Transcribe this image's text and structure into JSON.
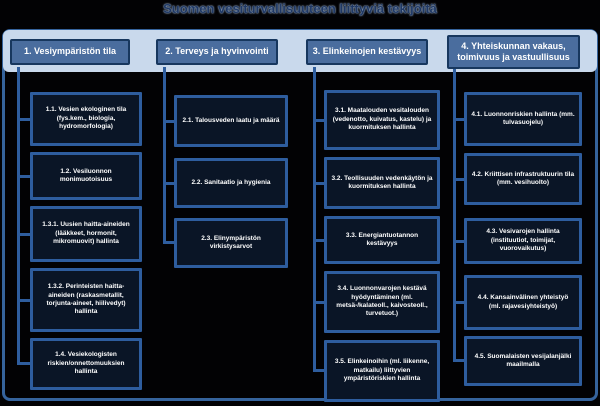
{
  "title": "Suomen vesiturvallisuuteen liittyviä tekijöitä",
  "colors": {
    "background": "#020204",
    "header_band": "#c9d9ec",
    "header_box_fill": "#4a6d9e",
    "header_box_border": "#17375e",
    "sub_box_fill": "#0a1526",
    "sub_box_border": "#2e5d9e",
    "connector": "#2e5d9e",
    "text": "#ffffff",
    "title_text": "#1f3864"
  },
  "categories": [
    {
      "header": "1. Vesiympäristön tila",
      "items": [
        "1.1. Vesien ekologinen tila (fys.kem., biologia, hydromorfologia)",
        "1.2. Vesiluonnon monimuotoisuus",
        "1.3.1. Uusien haitta-aineiden (lääkkeet, hormonit, mikromuovit) hallinta",
        "1.3.2. Perinteisten haitta-aineiden (raskasmetallit, torjunta-aineet, hiilivedyt) hallinta",
        "1.4. Vesiekologisten riskien/onnettomuuksien hallinta"
      ]
    },
    {
      "header": "2. Terveys ja hyvinvointi",
      "items": [
        "2.1. Talousveden laatu ja määrä",
        "2.2. Sanitaatio ja hygienia",
        "2.3. Elinympäristön virkistysarvot"
      ]
    },
    {
      "header": "3. Elinkeinojen kestävyys",
      "items": [
        "3.1. Maatalouden vesitalouden (vedenotto, kuivatus, kastelu) ja kuormituksen hallinta",
        "3.2. Teollisuuden vedenkäytön ja kuormituksen hallinta",
        "3.3. Energiantuotannon kestävyys",
        "3.4. Luonnonvarojen kestävä hyödyntäminen (ml. metsä-/kalateoll., kaivosteoll., turvetuot.)",
        "3.5. Elinkeinoihin (ml. liikenne, matkailu) liittyvien ympäristöriskien hallinta"
      ]
    },
    {
      "header": "4. Yhteiskunnan vakaus, toimivuus ja vastuullisuus",
      "items": [
        "4.1. Luonnonriskien hallinta (mm. tulvasuojelu)",
        "4.2. Kriittisen infrastruktuurin tila (mm. vesihuolto)",
        "4.3. Vesivarojen hallinta (instituutiot, toimijat, vuorovaikutus)",
        "4.4. Kansainvälinen yhteistyö (ml. rajavesiyhteistyö)",
        "4.5. Suomalaisten vesijalanjälki maailmalla"
      ]
    }
  ]
}
